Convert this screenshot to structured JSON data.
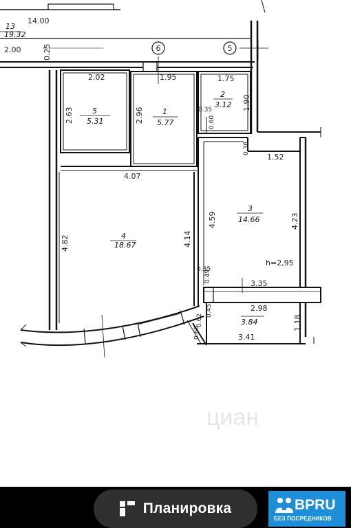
{
  "plan": {
    "axes": [
      "6",
      "5"
    ],
    "dimensions": [
      "14.00",
      "2.00",
      "0.25",
      "2.02",
      "1.95",
      "1.75",
      "2.63",
      "2.96",
      "0.35",
      "0.60",
      "1.90",
      "0.36",
      "1.52",
      "4.07",
      "4.59",
      "4.23",
      "4.82",
      "4.14",
      "0.35",
      "0.49",
      "3.35",
      "2.98",
      "0.45",
      "0.62",
      "0.60",
      "1.18",
      "3.41"
    ],
    "rooms": [
      {
        "number": "13",
        "area": "19.32"
      },
      {
        "number": "5",
        "area": "5.31"
      },
      {
        "number": "1",
        "area": "5.77"
      },
      {
        "number": "2",
        "area": "3.12"
      },
      {
        "number": "3",
        "area": "14.66"
      },
      {
        "number": "4",
        "area": "18.67"
      },
      {
        "number": "",
        "area": "3.84"
      }
    ],
    "height": "h=2,95",
    "watermark": "циан"
  },
  "footer": {
    "plan_button_label": "Планировка",
    "brand_name": "BPRU",
    "brand_tagline": "БЕЗ ПОСРЕДНИКОВ"
  },
  "colors": {
    "bar": "#000000",
    "button": "#2f2f2f",
    "brand": "#1e8fd6"
  }
}
